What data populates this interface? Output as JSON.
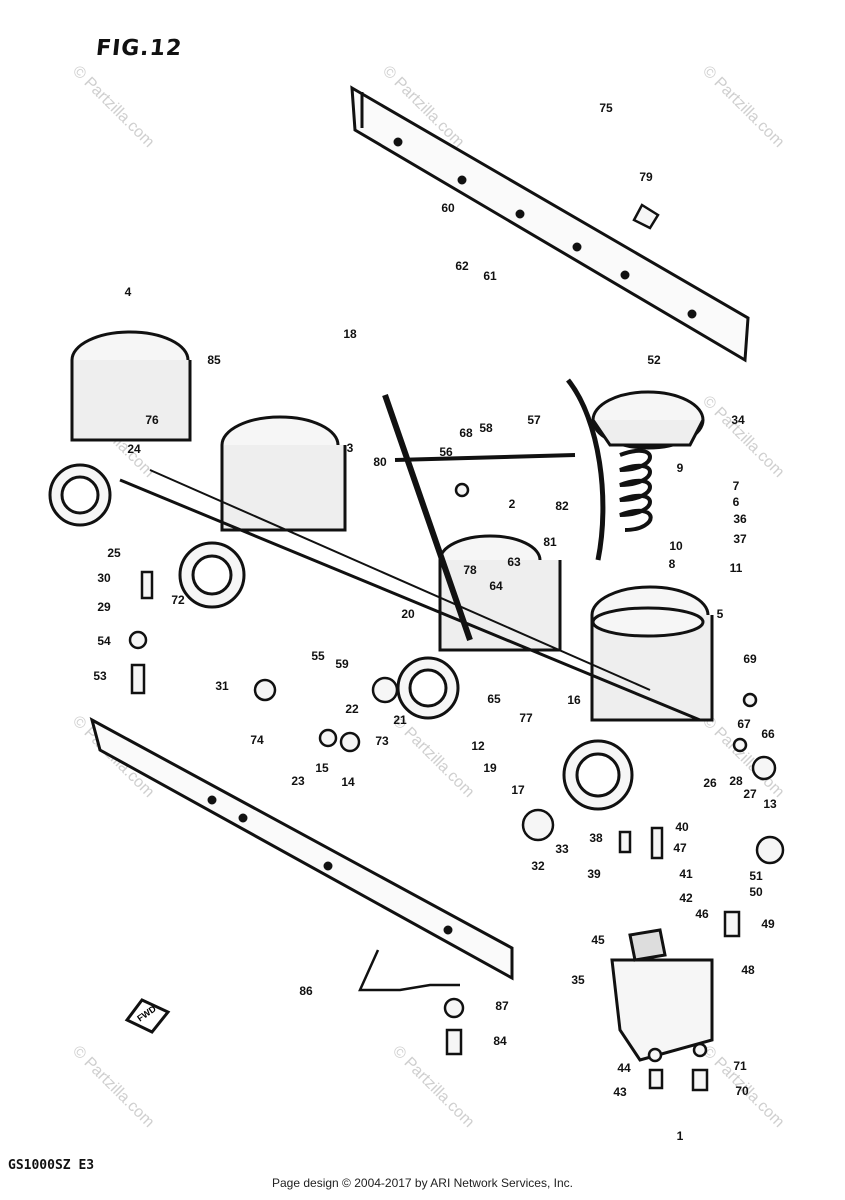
{
  "figure": {
    "title": "FIG.12",
    "model_code": "GS1000SZ E3",
    "copyright": "Page design © 2004-2017 by ARI Network Services, Inc.",
    "watermark": "© Partzilla.com",
    "arrow_label": "FWD"
  },
  "callouts": [
    "1",
    "2",
    "3",
    "4",
    "5",
    "6",
    "7",
    "8",
    "9",
    "10",
    "11",
    "12",
    "13",
    "14",
    "15",
    "16",
    "17",
    "18",
    "19",
    "20",
    "21",
    "22",
    "23",
    "24",
    "25",
    "26",
    "27",
    "28",
    "29",
    "30",
    "31",
    "32",
    "33",
    "34",
    "35",
    "36",
    "37",
    "38",
    "39",
    "40",
    "41",
    "42",
    "43",
    "44",
    "45",
    "46",
    "47",
    "48",
    "49",
    "50",
    "51",
    "52",
    "53",
    "54",
    "55",
    "56",
    "57",
    "58",
    "59",
    "60",
    "61",
    "62",
    "63",
    "64",
    "65",
    "66",
    "67",
    "68",
    "69",
    "70",
    "71",
    "72",
    "73",
    "74",
    "75",
    "76",
    "77",
    "78",
    "79",
    "80",
    "81",
    "82",
    "84",
    "85",
    "86",
    "87"
  ]
}
